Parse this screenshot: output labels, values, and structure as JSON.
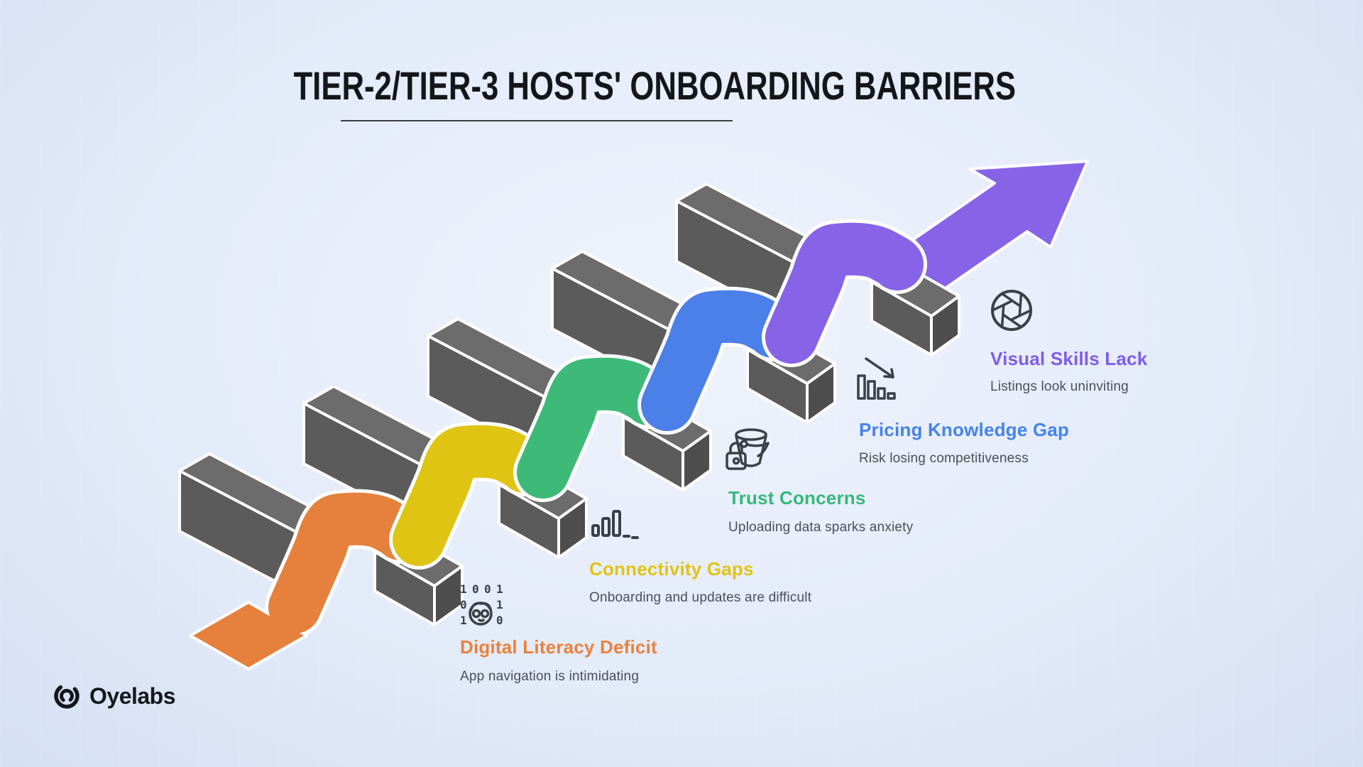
{
  "title": "TIER-2/TIER-3 HOSTS' ONBOARDING BARRIERS",
  "brand": {
    "name": "Oyelabs"
  },
  "barriers": [
    {
      "heading": "Digital Literacy Deficit",
      "description": "App navigation is intimidating",
      "color": "#E8823D",
      "ribbon_color": "#E5813C",
      "icon": "binary-face-icon"
    },
    {
      "heading": "Connectivity Gaps",
      "description": "Onboarding and updates are difficult",
      "color": "#DFC414",
      "ribbon_color": "#DFC414",
      "icon": "signal-bars-icon"
    },
    {
      "heading": "Trust Concerns",
      "description": "Uploading data sparks anxiety",
      "color": "#35B97A",
      "ribbon_color": "#3DBA78",
      "icon": "bucket-lock-icon"
    },
    {
      "heading": "Pricing Knowledge Gap",
      "description": "Risk losing competitiveness",
      "color": "#4583EA",
      "ribbon_color": "#4B80E8",
      "icon": "declining-chart-icon"
    },
    {
      "heading": "Visual Skills Lack",
      "description": "Listings look uninviting",
      "color": "#7F5CE8",
      "ribbon_color": "#8763E8",
      "icon": "aperture-icon"
    }
  ]
}
